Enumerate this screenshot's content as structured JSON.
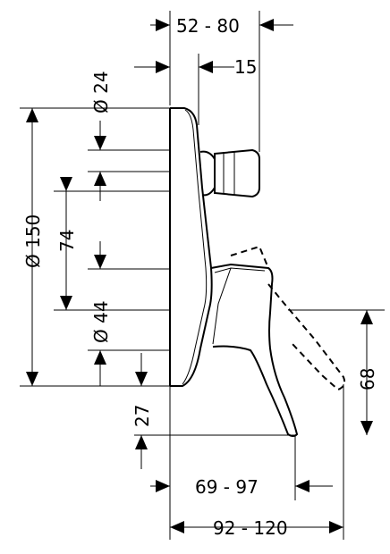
{
  "dimensions": {
    "depth_range": "52 - 80",
    "dia_small": "Ø 24",
    "offset_15": "15",
    "dia_plate": "Ø 150",
    "height_74": "74",
    "dia_44": "Ø 44",
    "height_27": "27",
    "height_68": "68",
    "length_69_97": "69 - 97",
    "length_92_120": "92 - 120"
  }
}
